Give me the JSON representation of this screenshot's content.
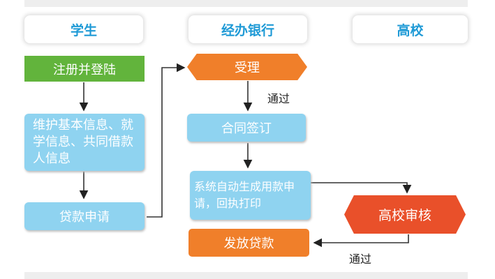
{
  "lanes": {
    "student": "学生",
    "bank": "经办银行",
    "university": "高校"
  },
  "steps": {
    "register": "注册并登陆",
    "maintain": "维护基本信息、就学信息、共同借款人信息",
    "apply": "贷款申请",
    "accept": "受理",
    "contract": "合同签订",
    "generate": "系统自动生成用款申请，回执打印",
    "review": "高校审核",
    "disburse": "发放贷款"
  },
  "labels": {
    "pass1": "通过",
    "pass2": "通过"
  },
  "colors": {
    "header_text": "#1f9ad6",
    "green": "#62b43c",
    "blue": "#8fd3f0",
    "orange": "#f07f2a",
    "red": "#e9502a"
  }
}
